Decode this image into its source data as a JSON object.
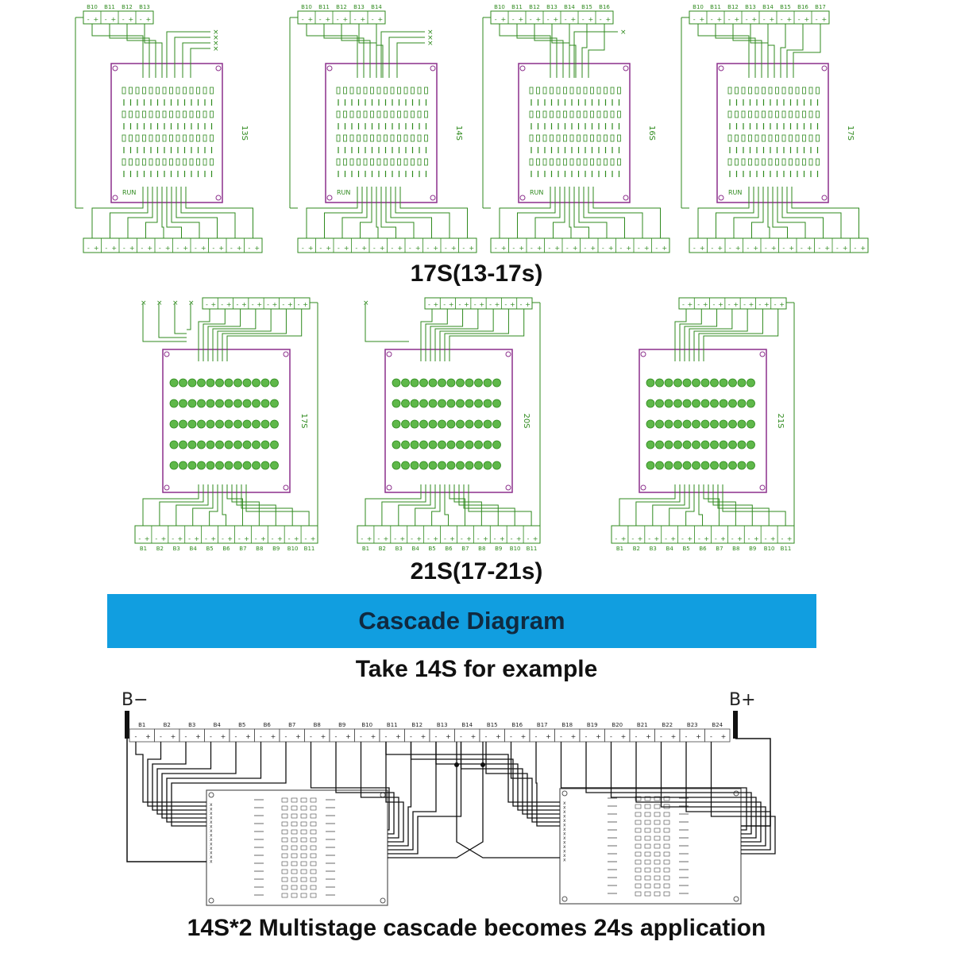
{
  "colors": {
    "circuit": "#2f8a1e",
    "board_outline": "#8c2f8c",
    "banner": "#119ee0",
    "cascade_line": "#111111"
  },
  "section_17s": {
    "title": "17S(13-17s)",
    "boards": [
      {
        "label": "13S",
        "top_terminals": [
          "B10",
          "B11",
          "B12",
          "B13"
        ],
        "unused_wires": 4
      },
      {
        "label": "14S",
        "top_terminals": [
          "B10",
          "B11",
          "B12",
          "B13",
          "B14"
        ],
        "unused_wires": 3
      },
      {
        "label": "16S",
        "top_terminals": [
          "B10",
          "B11",
          "B12",
          "B13",
          "B14",
          "B15",
          "B16"
        ],
        "unused_wires": 1
      },
      {
        "label": "17S",
        "top_terminals": [
          "B10",
          "B11",
          "B12",
          "B13",
          "B14",
          "B15",
          "B16",
          "B17"
        ],
        "unused_wires": 0
      }
    ],
    "status_label": "RUN"
  },
  "section_21s": {
    "title": "21S(17-21s)",
    "boards": [
      {
        "label": "17S",
        "unused_wires": 4
      },
      {
        "label": "20S",
        "unused_wires": 1
      },
      {
        "label": "21S",
        "unused_wires": 0
      }
    ],
    "bottom_terminals": [
      "B1",
      "B2",
      "B3",
      "B4",
      "B5",
      "B6",
      "B7",
      "B8",
      "B9",
      "B10",
      "B11"
    ]
  },
  "banner": {
    "text": "Cascade Diagram"
  },
  "cascade": {
    "subtitle": "Take 14S for example",
    "neg_label": "B−",
    "pos_label": "B+",
    "cells": [
      "B1",
      "B2",
      "B3",
      "B4",
      "B5",
      "B6",
      "B7",
      "B8",
      "B9",
      "B10",
      "B11",
      "B12",
      "B13",
      "B14",
      "B15",
      "B16",
      "B17",
      "B18",
      "B19",
      "B20",
      "B21",
      "B22",
      "B23",
      "B24"
    ],
    "footer": "14S*2 Multistage cascade becomes 24s application"
  }
}
